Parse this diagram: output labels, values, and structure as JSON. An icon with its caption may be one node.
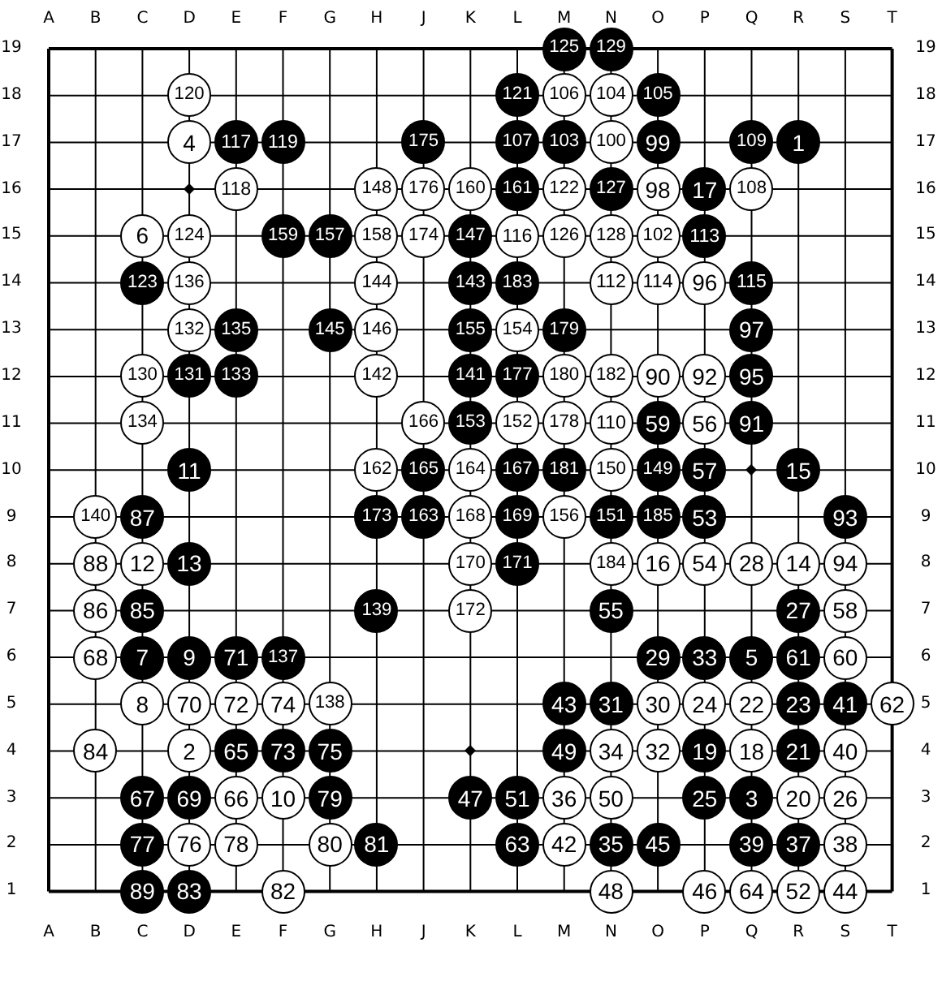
{
  "diagram": {
    "nodes": [
      {
        "text": [
          "125"
        ]
      },
      {
        "text": [
          "129"
        ]
      },
      {
        "text": [
          "120"
        ]
      },
      {
        "text": [
          "121"
        ]
      },
      {
        "text": [
          "106"
        ]
      },
      {
        "text": [
          "104"
        ]
      },
      {
        "text": [
          "105"
        ]
      },
      {
        "text": [
          "4"
        ]
      },
      {
        "text": [
          "117"
        ]
      },
      {
        "text": [
          "119"
        ]
      },
      {
        "text": [
          "175"
        ]
      },
      {
        "text": [
          "107"
        ]
      },
      {
        "text": [
          "103"
        ]
      },
      {
        "text": [
          "100"
        ]
      },
      {
        "text": [
          "99"
        ]
      },
      {
        "text": [
          "109"
        ]
      },
      {
        "text": [
          "1"
        ]
      },
      {
        "text": [
          "118"
        ]
      },
      {
        "text": [
          "148"
        ]
      },
      {
        "text": [
          "176"
        ]
      },
      {
        "text": [
          "160"
        ]
      },
      {
        "text": [
          "161"
        ]
      },
      {
        "text": [
          "122"
        ]
      },
      {
        "text": [
          "127"
        ]
      },
      {
        "text": [
          "98"
        ]
      },
      {
        "text": [
          "17"
        ]
      },
      {
        "text": [
          "108"
        ]
      },
      {
        "text": [
          "6"
        ]
      },
      {
        "text": [
          "124"
        ]
      },
      {
        "text": [
          "159"
        ]
      },
      {
        "text": [
          "157"
        ]
      },
      {
        "text": [
          "158"
        ]
      },
      {
        "text": [
          "174"
        ]
      },
      {
        "text": [
          "147"
        ]
      },
      {
        "text": [
          "116"
        ]
      },
      {
        "text": [
          "126"
        ]
      },
      {
        "text": [
          "128"
        ]
      },
      {
        "text": [
          "102"
        ]
      },
      {
        "text": [
          "113"
        ]
      },
      {
        "text": [
          "123"
        ]
      },
      {
        "text": [
          "136"
        ]
      },
      {
        "text": [
          "144"
        ]
      },
      {
        "text": [
          "143"
        ]
      },
      {
        "text": [
          "183"
        ]
      },
      {
        "text": [
          "112"
        ]
      },
      {
        "text": [
          "114"
        ]
      },
      {
        "text": [
          "96"
        ]
      },
      {
        "text": [
          "115"
        ]
      },
      {
        "text": [
          "132"
        ]
      },
      {
        "text": [
          "135"
        ]
      },
      {
        "text": [
          "145"
        ]
      },
      {
        "text": [
          "146"
        ]
      },
      {
        "text": [
          "155"
        ]
      },
      {
        "text": [
          "154"
        ]
      },
      {
        "text": [
          "179"
        ]
      },
      {
        "text": [
          "97"
        ]
      },
      {
        "text": [
          "130"
        ]
      },
      {
        "text": [
          "131"
        ]
      },
      {
        "text": [
          "133"
        ]
      },
      {
        "text": [
          "142"
        ]
      },
      {
        "text": [
          "141"
        ]
      },
      {
        "text": [
          "177"
        ]
      },
      {
        "text": [
          "180"
        ]
      },
      {
        "text": [
          "182"
        ]
      },
      {
        "text": [
          "90"
        ]
      },
      {
        "text": [
          "92"
        ]
      },
      {
        "text": [
          "95"
        ]
      },
      {
        "text": [
          "134"
        ]
      },
      {
        "text": [
          "166"
        ]
      },
      {
        "text": [
          "153"
        ]
      },
      {
        "text": [
          "152"
        ]
      },
      {
        "text": [
          "178"
        ]
      },
      {
        "text": [
          "110"
        ]
      },
      {
        "text": [
          "59"
        ]
      },
      {
        "text": [
          "56"
        ]
      },
      {
        "text": [
          "91"
        ]
      },
      {
        "text": [
          "11"
        ]
      },
      {
        "text": [
          "162"
        ]
      },
      {
        "text": [
          "165"
        ]
      },
      {
        "text": [
          "164"
        ]
      },
      {
        "text": [
          "167"
        ]
      },
      {
        "text": [
          "181"
        ]
      },
      {
        "text": [
          "150"
        ]
      },
      {
        "text": [
          "149"
        ]
      },
      {
        "text": [
          "57"
        ]
      },
      {
        "text": [
          "15"
        ]
      },
      {
        "text": [
          "140"
        ]
      },
      {
        "text": [
          "87"
        ]
      },
      {
        "text": [
          "173"
        ]
      },
      {
        "text": [
          "163"
        ]
      },
      {
        "text": [
          "168"
        ]
      },
      {
        "text": [
          "169"
        ]
      },
      {
        "text": [
          "156"
        ]
      },
      {
        "text": [
          "151"
        ]
      },
      {
        "text": [
          "185"
        ]
      },
      {
        "text": [
          "53"
        ]
      },
      {
        "text": [
          "93"
        ]
      },
      {
        "text": [
          "88"
        ]
      },
      {
        "text": [
          "12"
        ]
      },
      {
        "text": [
          "13"
        ]
      },
      {
        "text": [
          "170"
        ]
      },
      {
        "text": [
          "171"
        ]
      },
      {
        "text": [
          "184"
        ]
      },
      {
        "text": [
          "16"
        ]
      },
      {
        "text": [
          "54"
        ]
      },
      {
        "text": [
          "28"
        ]
      },
      {
        "text": [
          "14"
        ]
      },
      {
        "text": [
          "94"
        ]
      },
      {
        "text": [
          "86"
        ]
      },
      {
        "text": [
          "85"
        ]
      },
      {
        "text": [
          "139"
        ]
      },
      {
        "text": [
          "172"
        ]
      },
      {
        "text": [
          "55"
        ]
      },
      {
        "text": [
          "27"
        ]
      },
      {
        "text": [
          "58"
        ]
      },
      {
        "text": [
          "68"
        ]
      },
      {
        "text": [
          "7"
        ]
      },
      {
        "text": [
          "9"
        ]
      },
      {
        "text": [
          "71"
        ]
      },
      {
        "text": [
          "137"
        ]
      },
      {
        "text": [
          "29"
        ]
      },
      {
        "text": [
          "33"
        ]
      },
      {
        "text": [
          "5"
        ]
      },
      {
        "text": [
          "61"
        ]
      },
      {
        "text": [
          "60"
        ]
      },
      {
        "text": [
          "8"
        ]
      },
      {
        "text": [
          "70"
        ]
      },
      {
        "text": [
          "72"
        ]
      },
      {
        "text": [
          "74"
        ]
      },
      {
        "text": [
          "138"
        ]
      },
      {
        "text": [
          "43"
        ]
      },
      {
        "text": [
          "31"
        ]
      },
      {
        "text": [
          "30"
        ]
      },
      {
        "text": [
          "24"
        ]
      },
      {
        "text": [
          "22"
        ]
      },
      {
        "text": [
          "23"
        ]
      },
      {
        "text": [
          "41"
        ]
      },
      {
        "text": [
          "62"
        ]
      },
      {
        "text": [
          "84"
        ]
      },
      {
        "text": [
          "2"
        ]
      },
      {
        "text": [
          "65"
        ]
      },
      {
        "text": [
          "73"
        ]
      },
      {
        "text": [
          "75"
        ]
      },
      {
        "text": [
          "49"
        ]
      },
      {
        "text": [
          "34"
        ]
      },
      {
        "text": [
          "32"
        ]
      },
      {
        "text": [
          "19"
        ]
      },
      {
        "text": [
          "18"
        ]
      },
      {
        "text": [
          "21"
        ]
      },
      {
        "text": [
          "40"
        ]
      },
      {
        "text": [
          "67"
        ]
      },
      {
        "text": [
          "69"
        ]
      },
      {
        "text": [
          "66"
        ]
      },
      {
        "text": [
          "10"
        ]
      },
      {
        "text": [
          "79"
        ]
      },
      {
        "text": [
          "47"
        ]
      },
      {
        "text": [
          "51"
        ]
      },
      {
        "text": [
          "36"
        ]
      },
      {
        "text": [
          "50"
        ]
      },
      {
        "text": [
          "25"
        ]
      },
      {
        "text": [
          "3"
        ]
      },
      {
        "text": [
          "20"
        ]
      },
      {
        "text": [
          "26"
        ]
      },
      {
        "text": [
          "77"
        ]
      },
      {
        "text": [
          "76"
        ]
      },
      {
        "text": [
          "78"
        ]
      },
      {
        "text": [
          "80"
        ]
      },
      {
        "text": [
          "81"
        ]
      },
      {
        "text": [
          "63"
        ]
      },
      {
        "text": [
          "42"
        ]
      },
      {
        "text": [
          "35"
        ]
      },
      {
        "text": [
          "45"
        ]
      },
      {
        "text": [
          "39"
        ]
      },
      {
        "text": [
          "37"
        ]
      },
      {
        "text": [
          "38"
        ]
      },
      {
        "text": [
          "89"
        ]
      },
      {
        "text": [
          "83"
        ]
      },
      {
        "text": [
          "82"
        ]
      },
      {
        "text": [
          "48"
        ]
      },
      {
        "text": [
          "46"
        ]
      },
      {
        "text": [
          "64"
        ]
      },
      {
        "text": [
          "52"
        ]
      },
      {
        "text": [
          "44"
        ]
      }
    ],
    "labels": [
      "A",
      "B",
      "C",
      "D",
      "E",
      "F",
      "G",
      "H",
      "J",
      "K",
      "L",
      "M",
      "N",
      "O",
      "P",
      "Q",
      "R",
      "S",
      "T",
      "19",
      "19",
      "18",
      "18",
      "17",
      "17",
      "16",
      "16",
      "15",
      "15",
      "14",
      "14",
      "13",
      "13",
      "12",
      "12",
      "11",
      "11",
      "10",
      "10",
      "9",
      "9",
      "8",
      "8",
      "7",
      "7",
      "6",
      "6",
      "5",
      "5",
      "4",
      "4",
      "3",
      "3",
      "2",
      "2",
      "1",
      "1",
      "A",
      "B",
      "C",
      "D",
      "E",
      "F",
      "G",
      "H",
      "J",
      "K",
      "L",
      "M",
      "N",
      "O",
      "P",
      "Q",
      "R",
      "S",
      "T"
    ]
  }
}
